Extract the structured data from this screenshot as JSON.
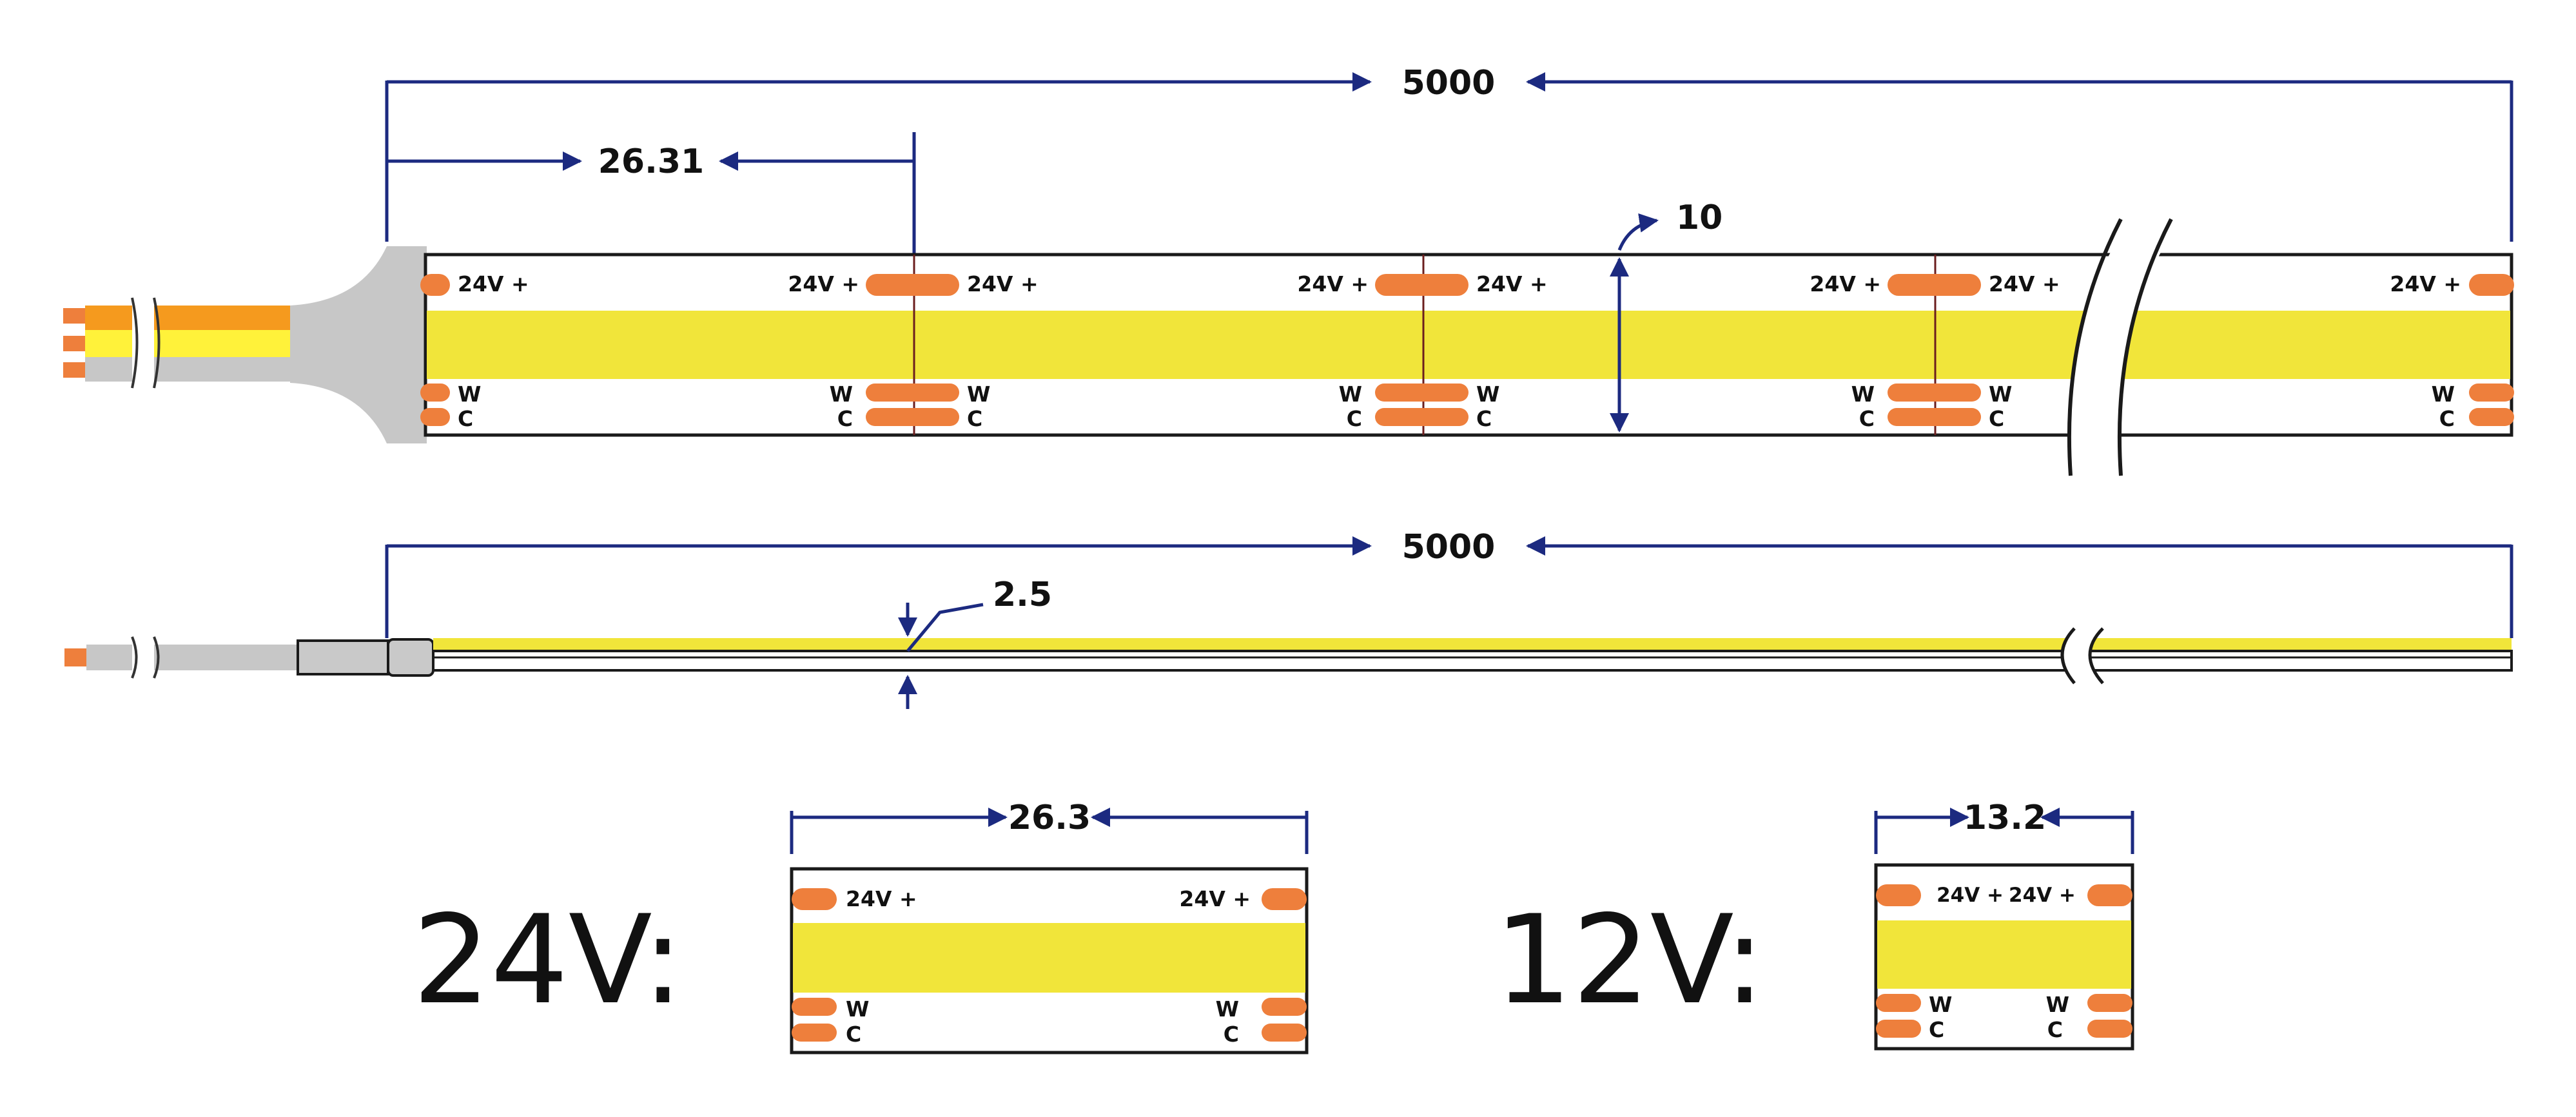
{
  "colors": {
    "dimension_line": "#1c2a80",
    "pad": "#ee7f3c",
    "phosphor": "#f1e53a",
    "cable_orange": "#f59a1e",
    "cable_yellow": "#fff23a",
    "cable_grey": "#c7c7c7",
    "outline": "#1a1a1a"
  },
  "top_view": {
    "total_length": "5000",
    "cut_unit_length": "26.31",
    "width": "10",
    "pad_plus_label": "24V +",
    "pad_warm_label": "W",
    "pad_cool_label": "C"
  },
  "side_view": {
    "total_length": "5000",
    "thickness": "2.5"
  },
  "segment_24v": {
    "voltage_label": "24V:",
    "length": "26.3",
    "pad_plus_label": "24V +",
    "pad_warm_label": "W",
    "pad_cool_label": "C"
  },
  "segment_12v": {
    "voltage_label": "12V:",
    "length": "13.2",
    "pad_plus_label": "24V +",
    "pad_warm_label": "W",
    "pad_cool_label": "C"
  }
}
